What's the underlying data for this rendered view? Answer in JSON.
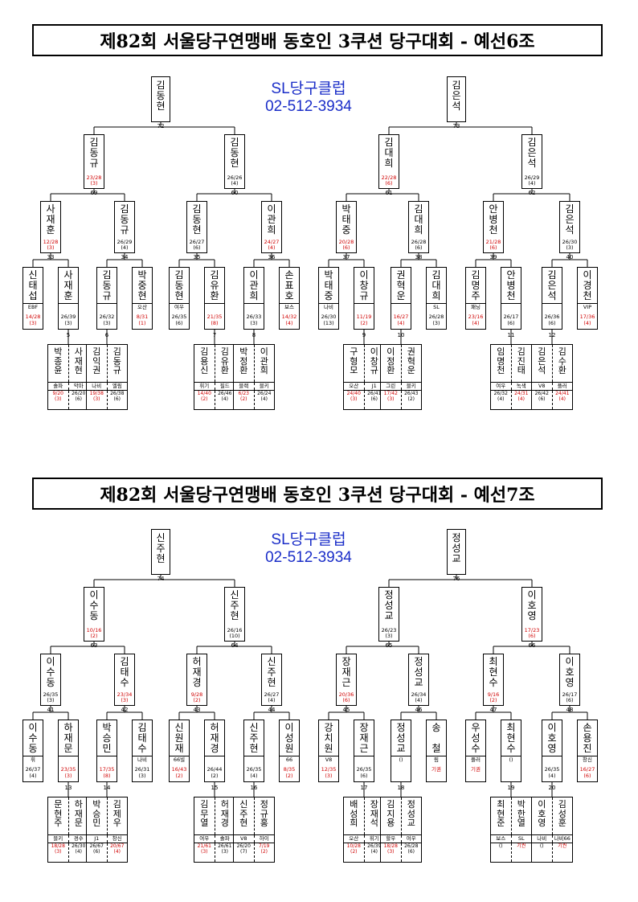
{
  "sections": [
    {
      "title": "제82회 서울당구연맹배 동호인 3쿠션 당구대회 - 예선6조",
      "club": {
        "name": "SL당구클럽",
        "phone": "02-512-3934"
      },
      "final": [
        {
          "name": "김동현"
        },
        {
          "name": "김은석"
        }
      ],
      "final_nums": [
        "72",
        "73"
      ],
      "qf_nums": [
        "69",
        "60",
        "61",
        "62"
      ],
      "r16_nums": [
        "33",
        "34",
        "35",
        "36",
        "37",
        "38",
        "39",
        "40"
      ],
      "r32_nums": [
        "5",
        "6",
        "7",
        "8",
        "9",
        "10",
        "11",
        "12"
      ],
      "qf": [
        {
          "name": "김동규",
          "score": "23/28",
          "rank": "(3)",
          "red": true
        },
        {
          "name": "김동현",
          "score": "26/26",
          "rank": "(4)",
          "red": false
        },
        {
          "name": "김대희",
          "score": "22/28",
          "rank": "(6)",
          "red": true
        },
        {
          "name": "김은석",
          "score": "26/29",
          "rank": "(4)",
          "red": false
        }
      ],
      "r16": [
        {
          "name": "사재훈",
          "score": "12/28",
          "rank": "(3)",
          "red": true
        },
        {
          "name": "김동규",
          "score": "26/29",
          "rank": "(4)",
          "red": false
        },
        {
          "name": "김동현",
          "score": "26/27",
          "rank": "(6)",
          "red": false
        },
        {
          "name": "이관희",
          "score": "24/27",
          "rank": "(4)",
          "red": true
        },
        {
          "name": "박태중",
          "score": "20/28",
          "rank": "(6)",
          "red": true
        },
        {
          "name": "김대희",
          "score": "26/28",
          "rank": "(6)",
          "red": false
        },
        {
          "name": "안병천",
          "score": "21/28",
          "rank": "(6)",
          "red": true
        },
        {
          "name": "김은석",
          "score": "26/30",
          "rank": "(3)",
          "red": false
        }
      ],
      "r32": [
        {
          "name": "신태섭",
          "club": "EBF",
          "score": "14/28",
          "rank": "(3)",
          "red": true
        },
        {
          "name": "사재훈",
          "club": "",
          "score": "26/39",
          "rank": "(3)",
          "red": false
        },
        {
          "name": "김동규",
          "club": "",
          "score": "26/32",
          "rank": "(3)",
          "red": false
        },
        {
          "name": "박중현",
          "club": "오산",
          "score": "8/31",
          "rank": "(1)",
          "red": true
        },
        {
          "name": "김동현",
          "club": "여우",
          "score": "26/35",
          "rank": "(6)",
          "red": false
        },
        {
          "name": "김유환",
          "club": "",
          "score": "21/35",
          "rank": "(8)",
          "red": true
        },
        {
          "name": "이관희",
          "club": "",
          "score": "26/33",
          "rank": "(3)",
          "red": false
        },
        {
          "name": "손표호",
          "club": "보스",
          "score": "14/32",
          "rank": "(4)",
          "red": true
        },
        {
          "name": "박태중",
          "club": "나비",
          "score": "26/30",
          "rank": "(13)",
          "red": false
        },
        {
          "name": "이창규",
          "club": "",
          "score": "11/19",
          "rank": "(2)",
          "red": true
        },
        {
          "name": "권혁운",
          "club": "",
          "score": "16/27",
          "rank": "(4)",
          "red": true
        },
        {
          "name": "김대희",
          "club": "SL",
          "score": "26/28",
          "rank": "(3)",
          "red": false
        },
        {
          "name": "김명주",
          "club": "패닝",
          "score": "23/16",
          "rank": "(4)",
          "red": true
        },
        {
          "name": "안병천",
          "club": "",
          "score": "26/17",
          "rank": "(6)",
          "red": false
        },
        {
          "name": "김은석",
          "club": "",
          "score": "26/36",
          "rank": "(6)",
          "red": false
        },
        {
          "name": "이경천",
          "club": "VIP",
          "score": "17/36",
          "rank": "(4)",
          "red": true
        }
      ],
      "r64": [
        {
          "a": "박종윤",
          "b": "사재현",
          "ca": "솔파",
          "cb": "악마",
          "sa": "9/20",
          "ra": "(3)",
          "sb": "26/20",
          "rb": "(6)",
          "reda": true,
          "redb": false
        },
        {
          "a": "김익권",
          "b": "김동규",
          "ca": "나비",
          "cb": "엘림",
          "sa": "19/38",
          "ra": "(3)",
          "sb": "26/38",
          "rb": "(6)",
          "reda": true,
          "redb": false
        },
        {
          "a": "김용신",
          "b": "김유환",
          "ca": "휘기",
          "cb": "필드",
          "sa": "14/40",
          "ra": "(2)",
          "sb": "26/46",
          "rb": "(4)",
          "reda": true,
          "redb": false
        },
        {
          "a": "박정환",
          "b": "이관희",
          "ca": "블랙",
          "cb": "블키",
          "sa": "6/23",
          "ra": "(2)",
          "sb": "26/24",
          "rb": "(4)",
          "reda": true,
          "redb": false
        },
        {
          "a": "구형모",
          "b": "이창규",
          "ca": "오산",
          "cb": "J1",
          "sa": "24/40",
          "ra": "(3)",
          "sb": "26/41",
          "rb": "(6)",
          "reda": true,
          "redb": false
        },
        {
          "a": "이정환",
          "b": "권혁운",
          "ca": "그린",
          "cb": "블키",
          "sa": "17/42",
          "ra": "(3)",
          "sb": "26/43",
          "rb": "(2)",
          "reda": true,
          "redb": false
        },
        {
          "a": "임명천",
          "b": "김진태",
          "ca": "여우",
          "cb": "녹색",
          "sa": "26/32",
          "ra": "(4)",
          "sb": "24/31",
          "rb": "(4)",
          "reda": false,
          "redb": true
        },
        {
          "a": "김은석",
          "b": "김수환",
          "ca": "V8",
          "cb": "플러",
          "sa": "26/42",
          "ra": "(6)",
          "sb": "24/41",
          "rb": "(4)",
          "reda": false,
          "redb": true
        }
      ]
    },
    {
      "title": "제82회 서울당구연맹배 동호인 3쿠션 당구대회 - 예선7조",
      "club": {
        "name": "SL당구클럽",
        "phone": "02-512-3934"
      },
      "final": [
        {
          "name": "신주현"
        },
        {
          "name": "정성교"
        }
      ],
      "final_nums": [
        "74",
        "76"
      ],
      "qf_nums": [
        "63",
        "64",
        "65",
        "66"
      ],
      "r16_nums": [
        "41",
        "42",
        "43",
        "44",
        "45",
        "46",
        "47",
        "48"
      ],
      "r32_nums": [
        "13",
        "14",
        "15",
        "16",
        "17",
        "18",
        "19",
        "20"
      ],
      "qf": [
        {
          "name": "이수동",
          "score": "10/16",
          "rank": "(2)",
          "red": true
        },
        {
          "name": "신주현",
          "score": "26/16",
          "rank": "(10)",
          "red": false
        },
        {
          "name": "정성교",
          "score": "26/23",
          "rank": "(3)",
          "red": false
        },
        {
          "name": "이호영",
          "score": "17/23",
          "rank": "(6)",
          "red": true
        }
      ],
      "r16": [
        {
          "name": "이수동",
          "score": "26/35",
          "rank": "(3)",
          "red": false
        },
        {
          "name": "김태수",
          "score": "23/34",
          "rank": "(3)",
          "red": true
        },
        {
          "name": "허재경",
          "score": "9/28",
          "rank": "(2)",
          "red": true
        },
        {
          "name": "신주현",
          "score": "26/27",
          "rank": "(4)",
          "red": false
        },
        {
          "name": "장재근",
          "score": "20/36",
          "rank": "(6)",
          "red": true
        },
        {
          "name": "정성교",
          "score": "26/34",
          "rank": "(4)",
          "red": false
        },
        {
          "name": "최현수",
          "score": "9/16",
          "rank": "(2)",
          "red": true
        },
        {
          "name": "이호영",
          "score": "26/17",
          "rank": "(6)",
          "red": false
        }
      ],
      "r32": [
        {
          "name": "이수동",
          "club": "휘",
          "score": "26/37",
          "rank": "(4)",
          "red": false
        },
        {
          "name": "하재문",
          "club": "",
          "score": "23/35",
          "rank": "(3)",
          "red": true
        },
        {
          "name": "박승민",
          "club": "",
          "score": "17/35",
          "rank": "(8)",
          "red": true
        },
        {
          "name": "김태수",
          "club": "나비",
          "score": "26/31",
          "rank": "(3)",
          "red": false
        },
        {
          "name": "신원재",
          "club": "66빌",
          "score": "16/43",
          "rank": "(2)",
          "red": true
        },
        {
          "name": "허재경",
          "club": "",
          "score": "26/44",
          "rank": "(2)",
          "red": false
        },
        {
          "name": "신주현",
          "club": "",
          "score": "26/35",
          "rank": "(4)",
          "red": false
        },
        {
          "name": "이성원",
          "club": "66",
          "score": "8/35",
          "rank": "(2)",
          "red": true
        },
        {
          "name": "강치원",
          "club": "V8",
          "score": "12/35",
          "rank": "(3)",
          "red": true
        },
        {
          "name": "장재근",
          "club": "",
          "score": "26/35",
          "rank": "(6)",
          "red": false
        },
        {
          "name": "정성교",
          "club": "()",
          "score": "",
          "rank": "",
          "red": false
        },
        {
          "name": "송 철",
          "club": "림",
          "score": "기권",
          "rank": "",
          "red": true
        },
        {
          "name": "우성수",
          "club": "플러",
          "score": "기권",
          "rank": "",
          "red": true
        },
        {
          "name": "최현수",
          "club": "()",
          "score": "",
          "rank": "",
          "red": false
        },
        {
          "name": "이호영",
          "club": "",
          "score": "26/35",
          "rank": "(4)",
          "red": false
        },
        {
          "name": "손용진",
          "club": "창신",
          "score": "16/27",
          "rank": "(6)",
          "red": true
        }
      ],
      "r64": [
        {
          "a": "문현주",
          "b": "하재문",
          "ca": "블키",
          "cb": "경수",
          "sa": "18/28",
          "ra": "(3)",
          "sb": "26/30",
          "rb": "(4)",
          "reda": true,
          "redb": false
        },
        {
          "a": "박승민",
          "b": "김제우",
          "ca": "J1",
          "cb": "창신",
          "sa": "26/67",
          "ra": "(6)",
          "sb": "20/67",
          "rb": "(4)",
          "reda": false,
          "redb": true
        },
        {
          "a": "김무열",
          "b": "허재경",
          "ca": "여우",
          "cb": "솔파",
          "sa": "21/61",
          "ra": "(3)",
          "sb": "26/61",
          "rb": "(3)",
          "reda": true,
          "redb": false
        },
        {
          "a": "신주현",
          "b": "정규홍",
          "ca": "V8",
          "cb": "하이",
          "sa": "26/20",
          "ra": "(7)",
          "sb": "7/19",
          "rb": "(2)",
          "reda": false,
          "redb": true
        },
        {
          "a": "배성희",
          "b": "장재석",
          "ca": "오산",
          "cb": "휘기",
          "sa": "10/28",
          "ra": "(2)",
          "sb": "26/39",
          "rb": "(4)",
          "reda": true,
          "redb": false
        },
        {
          "a": "김지용",
          "b": "정성교",
          "ca": "할우",
          "cb": "여우",
          "sa": "18/28",
          "ra": "(3)",
          "sb": "26/28",
          "rb": "(6)",
          "reda": true,
          "redb": false
        },
        {
          "a": "최현준",
          "b": "박한열",
          "ca": "보스",
          "cb": "SL",
          "sa": "()",
          "ra": "",
          "sb": "기권",
          "rb": "",
          "reda": false,
          "redb": true
        },
        {
          "a": "이호영",
          "b": "김성훈",
          "ca": "나비",
          "cb": "나비66",
          "sa": "()",
          "ra": "",
          "sb": "기권",
          "rb": "",
          "reda": false,
          "redb": true
        }
      ]
    }
  ]
}
